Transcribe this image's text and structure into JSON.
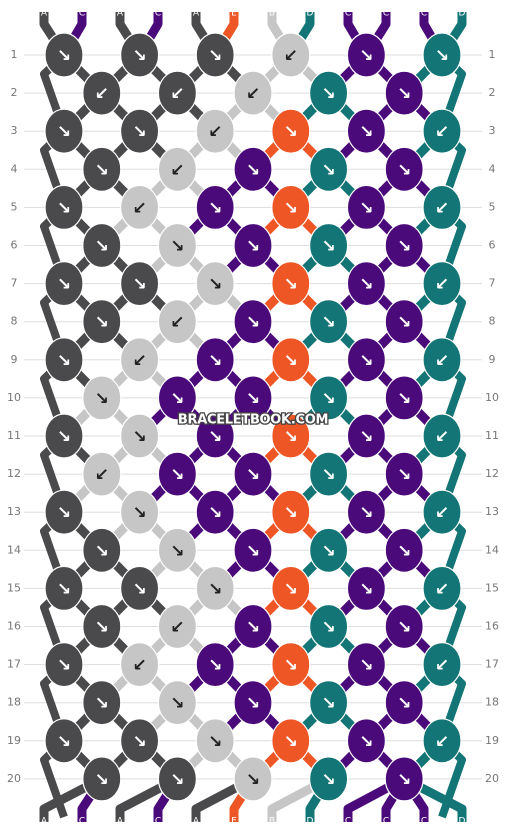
{
  "watermark": "BRACELETBOOK.COM",
  "palette": {
    "A": "#4a4a4c",
    "B": "#c6c6c6",
    "C": "#4b0a7a",
    "D": "#137575",
    "E": "#ee5625"
  },
  "string_labels_top": [
    "A",
    "C",
    "A",
    "C",
    "A",
    "E",
    "B",
    "D",
    "C",
    "C",
    "C",
    "D"
  ],
  "string_labels_bottom": [
    "A",
    "C",
    "A",
    "C",
    "A",
    "E",
    "B",
    "D",
    "C",
    "C",
    "C",
    "D"
  ],
  "row_numbers": [
    "1",
    "2",
    "3",
    "4",
    "5",
    "6",
    "7",
    "8",
    "9",
    "10",
    "11",
    "12",
    "13",
    "14",
    "15",
    "16",
    "17",
    "18",
    "19",
    "20"
  ],
  "knots": [
    [
      {
        "c": "A",
        "a": "↘"
      },
      {
        "c": "A",
        "a": "↘"
      },
      {
        "c": "A",
        "a": "↘"
      },
      {
        "c": "B",
        "a": "↙"
      },
      {
        "c": "C",
        "a": "↘"
      },
      {
        "c": "D",
        "a": "↘"
      }
    ],
    [
      {
        "c": "A",
        "a": "↙"
      },
      {
        "c": "A",
        "a": "↙"
      },
      {
        "c": "B",
        "a": "↙"
      },
      {
        "c": "D",
        "a": "↘"
      },
      {
        "c": "C",
        "a": "↘"
      }
    ],
    [
      {
        "c": "A",
        "a": "↘"
      },
      {
        "c": "A",
        "a": "↘"
      },
      {
        "c": "B",
        "a": "↙"
      },
      {
        "c": "E",
        "a": "↘"
      },
      {
        "c": "C",
        "a": "↘"
      },
      {
        "c": "D",
        "a": "↙"
      }
    ],
    [
      {
        "c": "A",
        "a": "↘"
      },
      {
        "c": "B",
        "a": "↙"
      },
      {
        "c": "C",
        "a": "↘"
      },
      {
        "c": "D",
        "a": "↘"
      },
      {
        "c": "C",
        "a": "↘"
      }
    ],
    [
      {
        "c": "A",
        "a": "↘"
      },
      {
        "c": "B",
        "a": "↙"
      },
      {
        "c": "C",
        "a": "↘"
      },
      {
        "c": "E",
        "a": "↘"
      },
      {
        "c": "C",
        "a": "↘"
      },
      {
        "c": "D",
        "a": "↙"
      }
    ],
    [
      {
        "c": "A",
        "a": "↘"
      },
      {
        "c": "B",
        "a": "↘"
      },
      {
        "c": "C",
        "a": "↘"
      },
      {
        "c": "D",
        "a": "↘"
      },
      {
        "c": "C",
        "a": "↘"
      }
    ],
    [
      {
        "c": "A",
        "a": "↘"
      },
      {
        "c": "A",
        "a": "↘"
      },
      {
        "c": "B",
        "a": "↘"
      },
      {
        "c": "E",
        "a": "↘"
      },
      {
        "c": "C",
        "a": "↘"
      },
      {
        "c": "D",
        "a": "↙"
      }
    ],
    [
      {
        "c": "A",
        "a": "↘"
      },
      {
        "c": "B",
        "a": "↙"
      },
      {
        "c": "C",
        "a": "↘"
      },
      {
        "c": "D",
        "a": "↘"
      },
      {
        "c": "C",
        "a": "↘"
      }
    ],
    [
      {
        "c": "A",
        "a": "↘"
      },
      {
        "c": "B",
        "a": "↙"
      },
      {
        "c": "C",
        "a": "↘"
      },
      {
        "c": "E",
        "a": "↘"
      },
      {
        "c": "C",
        "a": "↘"
      },
      {
        "c": "D",
        "a": "↙"
      }
    ],
    [
      {
        "c": "B",
        "a": "↘"
      },
      {
        "c": "C",
        "a": "↘"
      },
      {
        "c": "C",
        "a": "↘"
      },
      {
        "c": "D",
        "a": "↘"
      },
      {
        "c": "C",
        "a": "↘"
      }
    ],
    [
      {
        "c": "A",
        "a": "↘"
      },
      {
        "c": "B",
        "a": "↘"
      },
      {
        "c": "C",
        "a": "↘"
      },
      {
        "c": "E",
        "a": "↘"
      },
      {
        "c": "C",
        "a": "↘"
      },
      {
        "c": "D",
        "a": "↙"
      }
    ],
    [
      {
        "c": "B",
        "a": "↙"
      },
      {
        "c": "C",
        "a": "↘"
      },
      {
        "c": "C",
        "a": "↘"
      },
      {
        "c": "D",
        "a": "↘"
      },
      {
        "c": "C",
        "a": "↘"
      }
    ],
    [
      {
        "c": "A",
        "a": "↘"
      },
      {
        "c": "B",
        "a": "↘"
      },
      {
        "c": "C",
        "a": "↘"
      },
      {
        "c": "E",
        "a": "↘"
      },
      {
        "c": "C",
        "a": "↘"
      },
      {
        "c": "D",
        "a": "↙"
      }
    ],
    [
      {
        "c": "A",
        "a": "↘"
      },
      {
        "c": "B",
        "a": "↘"
      },
      {
        "c": "C",
        "a": "↘"
      },
      {
        "c": "D",
        "a": "↘"
      },
      {
        "c": "C",
        "a": "↘"
      }
    ],
    [
      {
        "c": "A",
        "a": "↘"
      },
      {
        "c": "A",
        "a": "↘"
      },
      {
        "c": "B",
        "a": "↘"
      },
      {
        "c": "E",
        "a": "↘"
      },
      {
        "c": "C",
        "a": "↘"
      },
      {
        "c": "D",
        "a": "↙"
      }
    ],
    [
      {
        "c": "A",
        "a": "↘"
      },
      {
        "c": "B",
        "a": "↙"
      },
      {
        "c": "C",
        "a": "↘"
      },
      {
        "c": "D",
        "a": "↘"
      },
      {
        "c": "C",
        "a": "↘"
      }
    ],
    [
      {
        "c": "A",
        "a": "↘"
      },
      {
        "c": "B",
        "a": "↙"
      },
      {
        "c": "C",
        "a": "↘"
      },
      {
        "c": "E",
        "a": "↘"
      },
      {
        "c": "C",
        "a": "↘"
      },
      {
        "c": "D",
        "a": "↙"
      }
    ],
    [
      {
        "c": "A",
        "a": "↘"
      },
      {
        "c": "B",
        "a": "↘"
      },
      {
        "c": "C",
        "a": "↘"
      },
      {
        "c": "D",
        "a": "↘"
      },
      {
        "c": "C",
        "a": "↘"
      }
    ],
    [
      {
        "c": "A",
        "a": "↘"
      },
      {
        "c": "A",
        "a": "↘"
      },
      {
        "c": "B",
        "a": "↘"
      },
      {
        "c": "E",
        "a": "↘"
      },
      {
        "c": "C",
        "a": "↘"
      },
      {
        "c": "D",
        "a": "↙"
      }
    ],
    [
      {
        "c": "A",
        "a": "↘"
      },
      {
        "c": "A",
        "a": "↘"
      },
      {
        "c": "B",
        "a": "↘"
      },
      {
        "c": "D",
        "a": "↘"
      },
      {
        "c": "C",
        "a": "↘"
      }
    ]
  ]
}
